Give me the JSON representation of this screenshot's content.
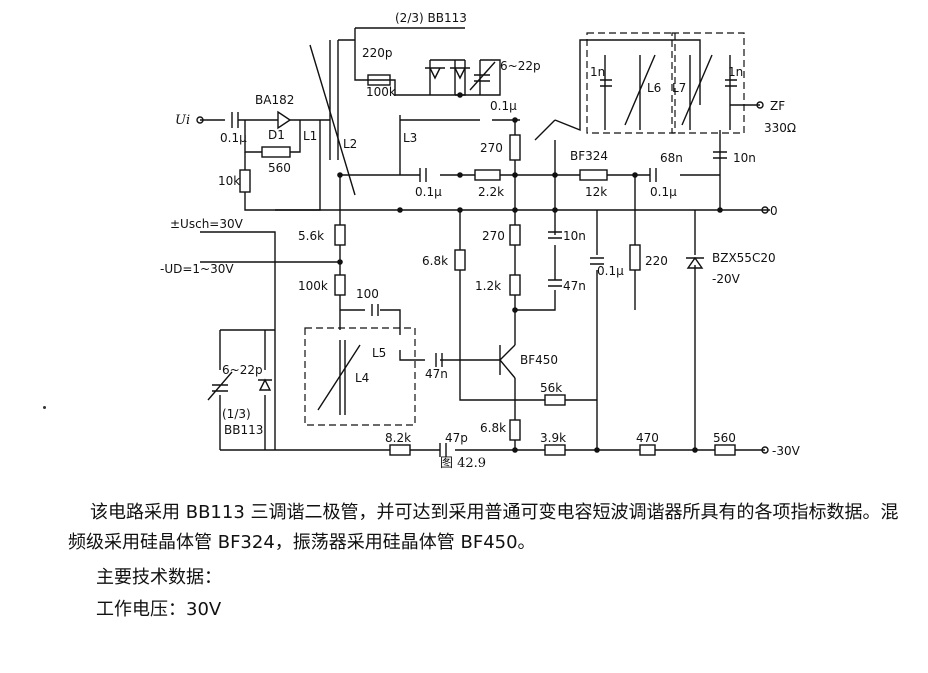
{
  "figure": {
    "caption": "图 42.9",
    "labels": {
      "ui": "Ui",
      "c_in": "0.1μ",
      "ba182": "BA182",
      "d1": "D1",
      "l1": "L1",
      "l2": "L2",
      "r560a": "560",
      "r10k": "10k",
      "usch": "±Usch=30V",
      "ud": "-UD=1~30V",
      "c220p": "220p",
      "r100k_top": "100k",
      "bb113_23": "(2/3) BB113",
      "trim_top": "6~22p",
      "l3": "L3",
      "c01_mix": "0.1μ",
      "r270a": "270",
      "bf324": "BF324",
      "c01_mid": "0.1μ",
      "r22k": "2.2k",
      "r12k": "12k",
      "c68n": "68n",
      "c01_right": "0.1μ",
      "c10n_right": "10n",
      "cap1n_a": "1n",
      "l6": "L6",
      "l7": "L7",
      "cap1n_b": "1n",
      "zf": "ZF",
      "z330": "330Ω",
      "ground0": "0",
      "r56k": "5.6k",
      "r68k_a": "6.8k",
      "r270b": "270",
      "c10n_mid": "10n",
      "c01_low": "0.1μ",
      "r220": "220",
      "bzx": "BZX55C20",
      "m20v": "-20V",
      "r100k_mid": "100k",
      "c100": "100",
      "r12k_b": "1.2k",
      "c47n_a": "47n",
      "l5": "L5",
      "l4": "L4",
      "c47n_b": "47n",
      "bf450": "BF450",
      "r56k_b": "56k",
      "trim_low": "6~22p",
      "bb113_13a": "(1/3)",
      "bb113_13b": "BB113",
      "r68k_b": "6.8k",
      "r82k": "8.2k",
      "c47p": "47p",
      "r39k": "3.9k",
      "r470": "470",
      "r560b": "560",
      "m30v": "-30V"
    }
  },
  "text": {
    "p1": "该电路采用 BB113 三调谐二极管，并可达到采用普通可变电容短波调谐器所具有的各项指标数据。混频级采用硅晶体管 BF324，振荡器采用硅晶体管 BF450。",
    "p2": "主要技术数据：",
    "p3": "工作电压：30V"
  }
}
